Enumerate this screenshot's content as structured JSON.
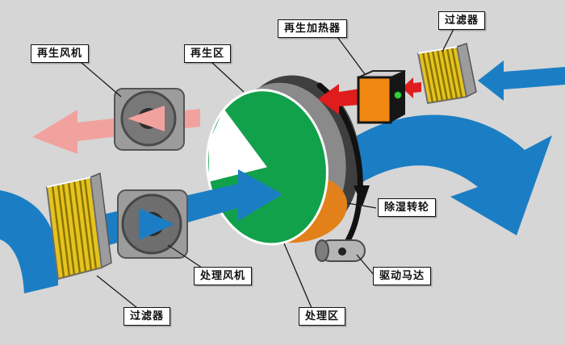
{
  "diagram": {
    "labels": {
      "regen_fan": "再生风机",
      "regen_zone": "再生区",
      "regen_heater": "再生加热器",
      "filter_top": "过滤器",
      "dehumid_wheel": "除湿转轮",
      "drive_motor": "驱动马达",
      "process_fan": "处理风机",
      "process_zone": "处理区",
      "filter_bottom": "过滤器"
    },
    "colors": {
      "process_air_blue": "#1b7ec4",
      "regen_exhaust_pink": "#f2a29e",
      "hot_air_red": "#e01d1d",
      "wheel_green": "#12a14b",
      "wheel_orange": "#e2801a",
      "heater_orange": "#f08812",
      "heater_black": "#161616",
      "indicator_green": "#35d03a",
      "filter_yellow": "#e6c31f",
      "filter_stripe": "#8a7500",
      "metal_gray": "#9c9c9c",
      "background_gray": "#d6d6d6"
    }
  }
}
